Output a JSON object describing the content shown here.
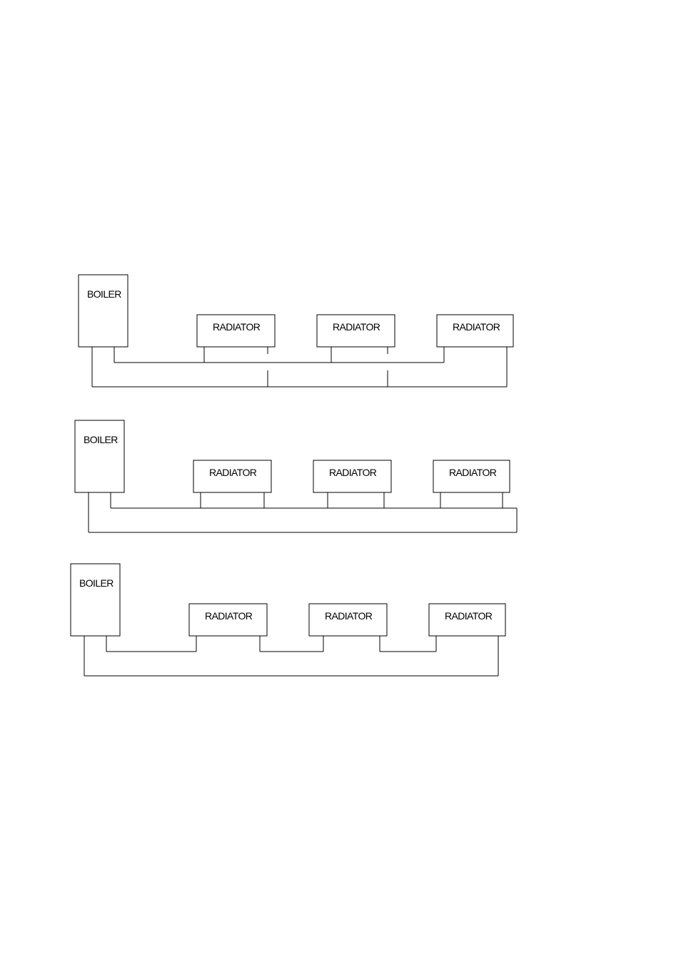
{
  "diagrams": [
    {
      "boiler_label": "BOILER",
      "radiators": [
        {
          "label": "RADIATOR"
        },
        {
          "label": "RADIATOR"
        },
        {
          "label": "RADIATOR"
        }
      ]
    },
    {
      "boiler_label": "BOILER",
      "radiators": [
        {
          "label": "RADIATOR"
        },
        {
          "label": "RADIATOR"
        },
        {
          "label": "RADIATOR"
        }
      ]
    },
    {
      "boiler_label": "BOILER",
      "radiators": [
        {
          "label": "RADIATOR"
        },
        {
          "label": "RADIATOR"
        },
        {
          "label": "RADIATOR"
        }
      ]
    }
  ],
  "colors": {
    "stroke": "#000000",
    "background": "#ffffff"
  }
}
